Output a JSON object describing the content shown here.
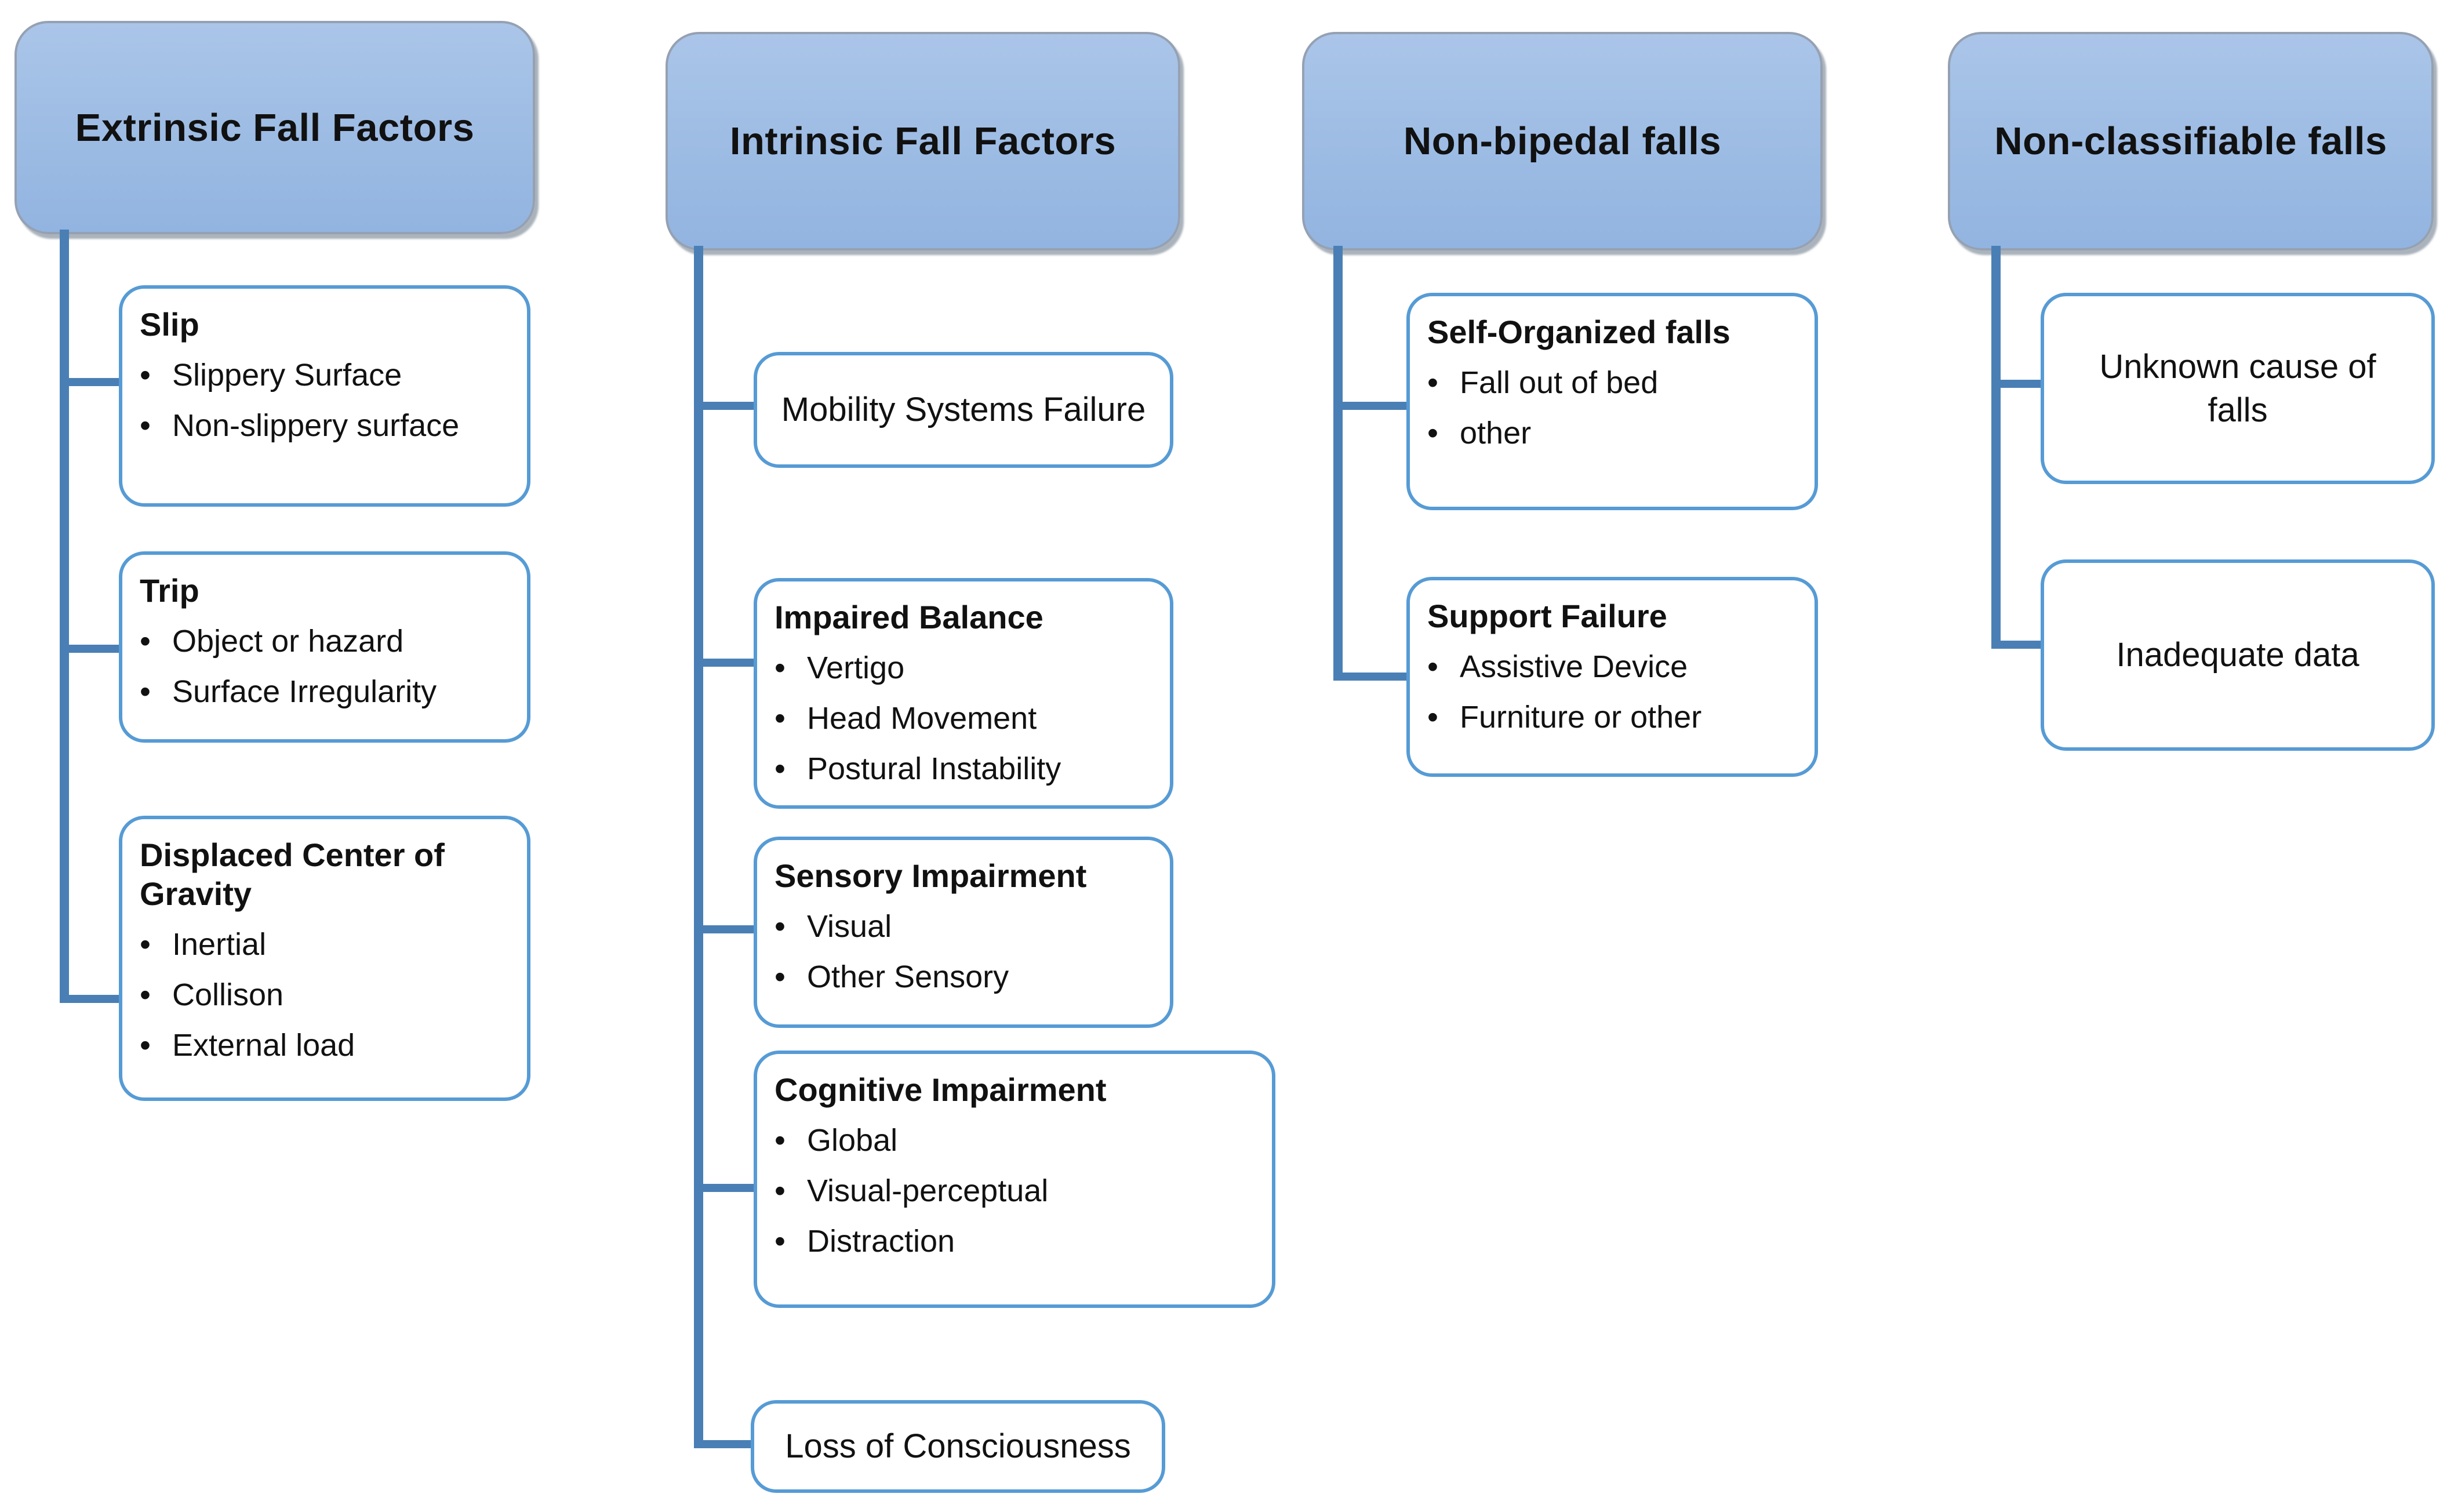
{
  "diagram": {
    "bullet_char": "•",
    "columns": [
      {
        "header": "Extrinsic Fall Factors",
        "boxes": [
          {
            "title": "Slip",
            "items": [
              "Slippery Surface",
              "Non-slippery surface"
            ]
          },
          {
            "title": "Trip",
            "items": [
              "Object or hazard",
              "Surface Irregularity"
            ]
          },
          {
            "title": "Displaced Center of Gravity",
            "items": [
              "Inertial",
              "Collison",
              "External load"
            ]
          }
        ]
      },
      {
        "header": "Intrinsic Fall Factors",
        "boxes": [
          {
            "text": "Mobility Systems Failure"
          },
          {
            "title": "Impaired Balance",
            "items": [
              "Vertigo",
              "Head Movement",
              "Postural Instability"
            ]
          },
          {
            "title": "Sensory Impairment",
            "items": [
              "Visual",
              "Other Sensory"
            ]
          },
          {
            "title": "Cognitive Impairment",
            "items": [
              "Global",
              "Visual-perceptual",
              "Distraction"
            ]
          },
          {
            "text": "Loss of Consciousness"
          }
        ]
      },
      {
        "header": "Non-bipedal falls",
        "boxes": [
          {
            "title": "Self-Organized falls",
            "items": [
              "Fall out of bed",
              "other"
            ]
          },
          {
            "title": "Support Failure",
            "items": [
              "Assistive Device",
              "Furniture or other"
            ]
          }
        ]
      },
      {
        "header": "Non-classifiable falls",
        "boxes": [
          {
            "text": "Unknown cause of falls"
          },
          {
            "text": "Inadequate data"
          }
        ]
      }
    ],
    "colors": {
      "connector": "#4a7fb5",
      "box_border": "#569bd5",
      "header_fill_top": "#aac5e8",
      "header_fill_bottom": "#92b4e0",
      "header_border": "#95a1b2",
      "header_shadow": "#8d99a6",
      "text": "#111111"
    }
  }
}
